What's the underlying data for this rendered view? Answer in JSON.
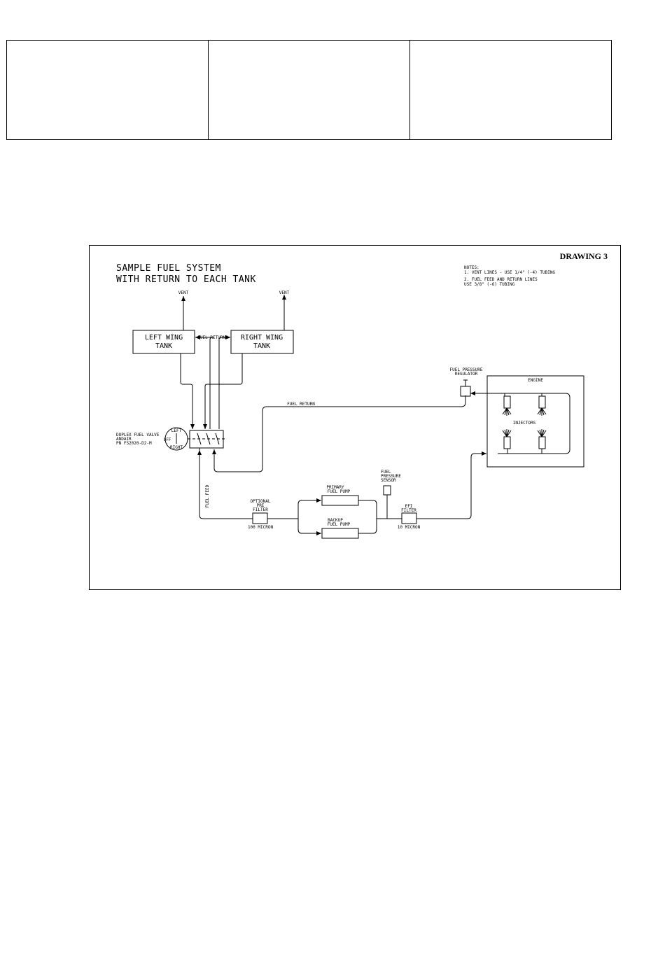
{
  "drawing": {
    "label": "DRAWING 3",
    "title_line1": "SAMPLE FUEL SYSTEM",
    "title_line2": "WITH RETURN TO EACH TANK",
    "notes_header": "NOTES:",
    "note1": "1. VENT LINES - USE 1/4\" (-4) TUBING",
    "note2_line1": "2. FUEL FEED AND RETURN LINES",
    "note2_line2": "USE 3/8\" (-6) TUBING"
  },
  "components": {
    "vent_left": "VENT",
    "vent_right": "VENT",
    "left_tank_line1": "LEFT WING",
    "left_tank_line2": "TANK",
    "right_tank_line1": "RIGHT WING",
    "right_tank_line2": "TANK",
    "fuel_returns": "FUEL RETURNS",
    "fuel_return": "FUEL RETURN",
    "fuel_feed": "FUEL FEED",
    "valve_line1": "DUPLEX FUEL VALVE",
    "valve_line2": "ANDAIR",
    "valve_line3": "PN FS2020-D2-M",
    "valve_left": "LEFT",
    "valve_off": "OFF",
    "valve_right": "RIGHT",
    "regulator_line1": "FUEL PRESSURE",
    "regulator_line2": "REGULATOR",
    "engine": "ENGINE",
    "injectors": "INJECTORS",
    "prefilter_line1": "OPTIONAL",
    "prefilter_line2": "PRE",
    "prefilter_line3": "FILTER",
    "prefilter_rating": "100 MICRON",
    "primary_pump_line1": "PRIMARY",
    "primary_pump_line2": "FUEL PUMP",
    "backup_pump_line1": "BACKUP",
    "backup_pump_line2": "FUEL PUMP",
    "sensor_line1": "FUEL",
    "sensor_line2": "PRESSURE",
    "sensor_line3": "SENSOR",
    "efi_filter_line1": "EFI",
    "efi_filter_line2": "FILTER",
    "efi_filter_rating": "10 MICRON"
  }
}
